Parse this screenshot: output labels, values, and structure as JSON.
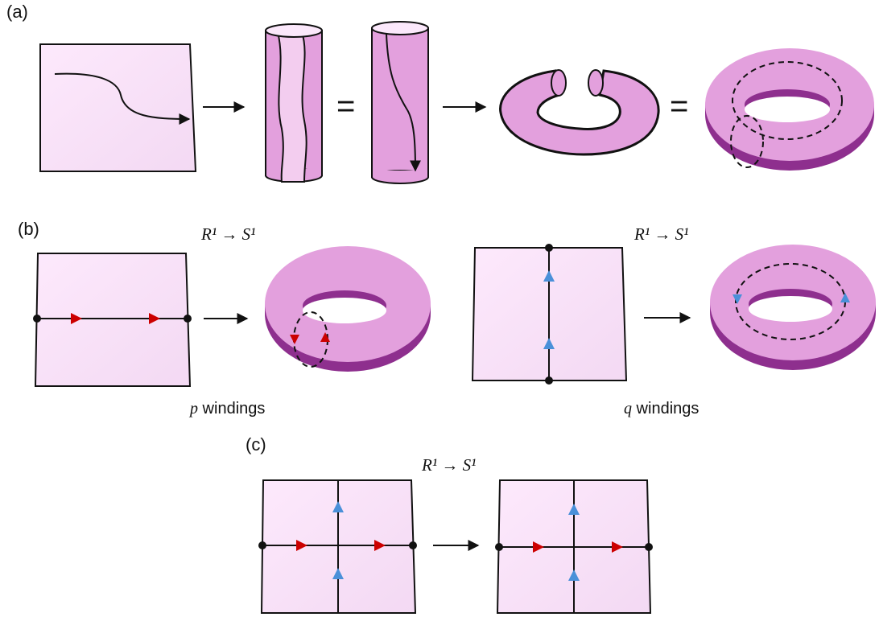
{
  "panels": {
    "a": {
      "label": "(a)",
      "equals": "="
    },
    "b": {
      "label": "(b)",
      "left_map": "R¹ → S¹",
      "right_map": "R¹ → S¹",
      "p_caption_var": "p",
      "p_caption_text": " windings",
      "q_caption_var": "q",
      "q_caption_text": " windings"
    },
    "c": {
      "label": "(c)",
      "map": "R¹ → S¹"
    }
  },
  "colors": {
    "sheet": "#fbe8fb",
    "torus_top": "#e3a0dd",
    "torus_side": "#8e2f8e",
    "red_arrow": "#cc0000",
    "blue_arrow": "#4a90d9"
  }
}
